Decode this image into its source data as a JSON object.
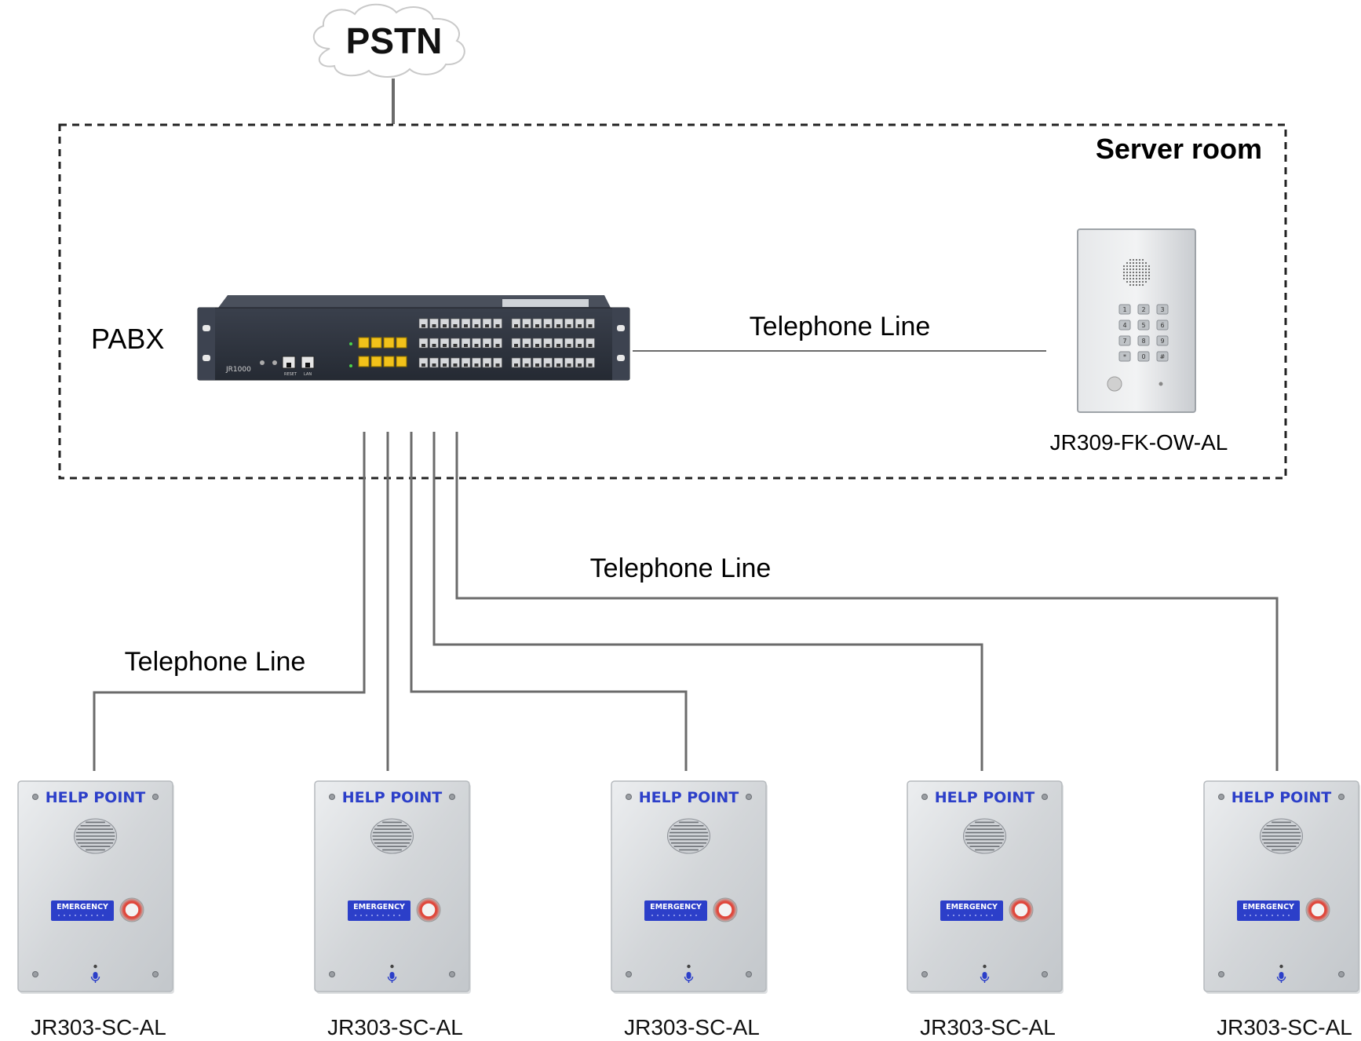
{
  "cloud": {
    "label": "PSTN"
  },
  "server_room": {
    "label": "Server room"
  },
  "pabx": {
    "label": "PABX",
    "model_text": "JR1000",
    "port_labels": [
      "RESET",
      "LAN"
    ]
  },
  "line_labels": {
    "server": "Telephone Line",
    "right_group": "Telephone Line",
    "left_group": "Telephone Line"
  },
  "keypad_phone": {
    "model": "JR309-FK-OW-AL",
    "keys": [
      "1",
      "2",
      "3",
      "4",
      "5",
      "6",
      "7",
      "8",
      "9",
      "*",
      "0",
      "#"
    ]
  },
  "help_points": [
    {
      "title": "HELP POINT",
      "button": "EMERGENCY",
      "model": "JR303-SC-AL"
    },
    {
      "title": "HELP POINT",
      "button": "EMERGENCY",
      "model": "JR303-SC-AL"
    },
    {
      "title": "HELP POINT",
      "button": "EMERGENCY",
      "model": "JR303-SC-AL"
    },
    {
      "title": "HELP POINT",
      "button": "EMERGENCY",
      "model": "JR303-SC-AL"
    },
    {
      "title": "HELP POINT",
      "button": "EMERGENCY",
      "model": "JR303-SC-AL"
    }
  ],
  "colors": {
    "line": "#6b6b6b",
    "help_blue": "#2c3fc9",
    "panel": "#d9dcdf",
    "rack": "#2f3440",
    "port_yellow": "#f2c21a",
    "button_red": "#e0473b"
  }
}
